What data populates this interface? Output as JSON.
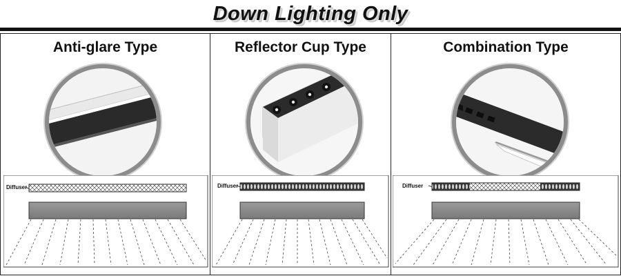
{
  "header": {
    "title": "Down Lighting Only"
  },
  "panels": [
    {
      "title": "Anti-glare Type",
      "diffuser_label": "Diffuser",
      "diffuser_pattern": "crosshatch"
    },
    {
      "title": "Reflector Cup Type",
      "diffuser_label": "Diffuser",
      "diffuser_pattern": "cells"
    },
    {
      "title": "Combination Type",
      "diffuser_label": "Diffuser",
      "diffuser_pattern": "mixed"
    }
  ],
  "colors": {
    "housing": "#2b2b2b",
    "body_gray": "#8a8a8a",
    "border": "#222222",
    "ring": "#8c8c8c"
  }
}
